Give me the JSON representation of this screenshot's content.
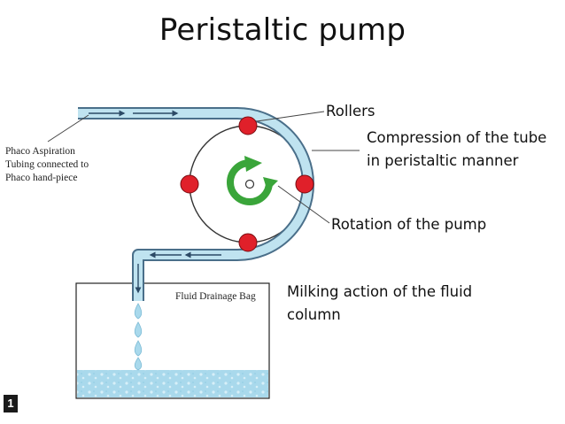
{
  "title": "Peristaltic pump",
  "labels": {
    "rollers": "Rollers",
    "compression_line1": "Compression of the tube",
    "compression_line2": "in peristaltic manner",
    "rotation": "Rotation of the pump",
    "milking_line1": "Milking action of the fluid",
    "milking_line2": "column",
    "phaco_line1": "Phaco Aspiration",
    "phaco_line2": "Tubing connected to",
    "phaco_line3": "Phaco hand-piece",
    "drainage_bag": "Fluid Drainage Bag"
  },
  "slide_number": "1",
  "colors": {
    "tube_fill": "#bfe3f0",
    "tube_stroke": "#4a6f8a",
    "roller": "#e0202a",
    "rotation_arrow": "#3aa53a",
    "fluid": "#a9d9ec"
  }
}
